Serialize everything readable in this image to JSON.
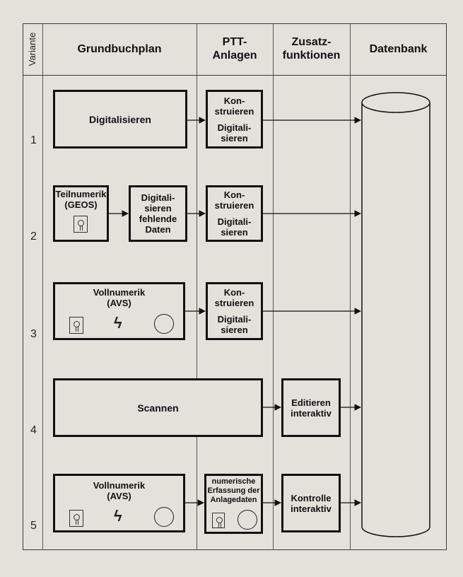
{
  "headers": {
    "variante": "Variante",
    "grundbuchplan": "Grundbuchplan",
    "ptt_anlagen": "PTT-\nAnlagen",
    "zusatzfunktionen": "Zusatz-\nfunktionen",
    "datenbank": "Datenbank"
  },
  "variants": [
    "1",
    "2",
    "3",
    "4",
    "5"
  ],
  "rows": {
    "r1": {
      "grund": "Digitalisieren",
      "ptt_a": "Kon-\nstruieren",
      "ptt_b": "Digitali-\nsieren"
    },
    "r2": {
      "grund": "Teilnumerik\n(GEOS)",
      "mid": "Digitali-\nsieren\nfehlende\nDaten",
      "ptt_a": "Kon-\nstruieren",
      "ptt_b": "Digitali-\nsieren"
    },
    "r3": {
      "grund": "Vollnumerik\n(AVS)",
      "ptt_a": "Kon-\nstruieren",
      "ptt_b": "Digitali-\nsieren"
    },
    "r4": {
      "grund": "Scannen",
      "zus": "Editieren\ninteraktiv"
    },
    "r5": {
      "grund": "Vollnumerik\n(AVS)",
      "ptt": "numerische\nErfassung der\nAnlagedaten",
      "zus": "Kontrolle\ninteraktiv"
    }
  },
  "icons": {
    "disk": "floppy-disk-icon",
    "reel": "tape-reel-icon",
    "bolt": "lightning-bolt-icon",
    "database": "database-cylinder-icon"
  }
}
